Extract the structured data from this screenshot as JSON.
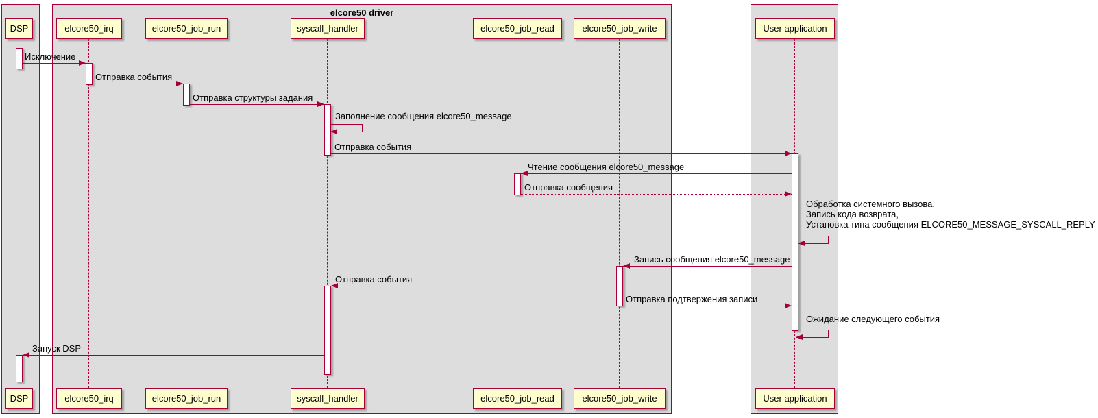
{
  "diagram_type": "plantuml-sequence",
  "frames": {
    "driver_title": "elcore50 driver"
  },
  "participants": {
    "dsp": "DSP",
    "irq": "elcore50_irq",
    "job_run": "elcore50_job_run",
    "syscall": "syscall_handler",
    "job_read": "elcore50_job_read",
    "job_write": "elcore50_job_write",
    "user": "User application"
  },
  "messages": {
    "m1": "Исключение",
    "m2": "Отправка события",
    "m3": "Отправка структуры задания",
    "m4": "Заполнение сообщения elcore50_message",
    "m5": "Отправка события",
    "m6": "Чтение сообщения elcore50_message",
    "m7": "Отправка сообщения",
    "m8_line1": "Обработка системного вызова,",
    "m8_line2": "Запись кода возврата,",
    "m8_line3": "Установка типа сообщения ELCORE50_MESSAGE_SYSCALL_REPLY",
    "m9": "Запись сообщения elcore50_message",
    "m10": "Отправка события",
    "m11": "Отправка подтвержения записи",
    "m12": "Ожидание следующего события",
    "m13": "Запуск DSP"
  },
  "colors": {
    "accent": "#A80036",
    "participant_fill": "#FEFECE",
    "frame_fill": "#DDDDDD",
    "activation_fill": "#FFFFFF",
    "text": "#000000"
  }
}
